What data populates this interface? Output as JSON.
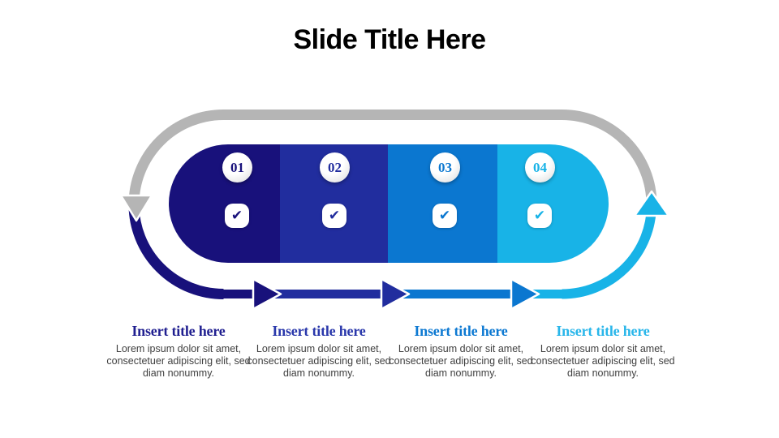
{
  "slide": {
    "title": "Slide Title Here"
  },
  "diagram": {
    "type": "4-step cyclic capsule process",
    "ring_gray": "#b5b5b5",
    "icons": {
      "check": "✔"
    },
    "steps": [
      {
        "number": "01",
        "color": "#18117b",
        "title_color": "#201f90",
        "title": "Insert title here",
        "body": "Lorem ipsum dolor sit amet, consectetuer adipiscing elit, sed diam nonummy."
      },
      {
        "number": "02",
        "color": "#212d9e",
        "title_color": "#2a38ab",
        "title": "Insert title here",
        "body": "Lorem ipsum dolor sit amet, consectetuer adipiscing elit, sed diam nonummy."
      },
      {
        "number": "03",
        "color": "#0b77d0",
        "title_color": "#0d79d2",
        "title": "Insert title here",
        "body": "Lorem ipsum dolor sit amet, consectetuer adipiscing elit, sed diam nonummy."
      },
      {
        "number": "04",
        "color": "#18b3e7",
        "title_color": "#29b6ea",
        "title": "Insert title here",
        "body": "Lorem ipsum dolor sit amet, consectetuer adipiscing elit, sed diam nonummy."
      }
    ]
  }
}
